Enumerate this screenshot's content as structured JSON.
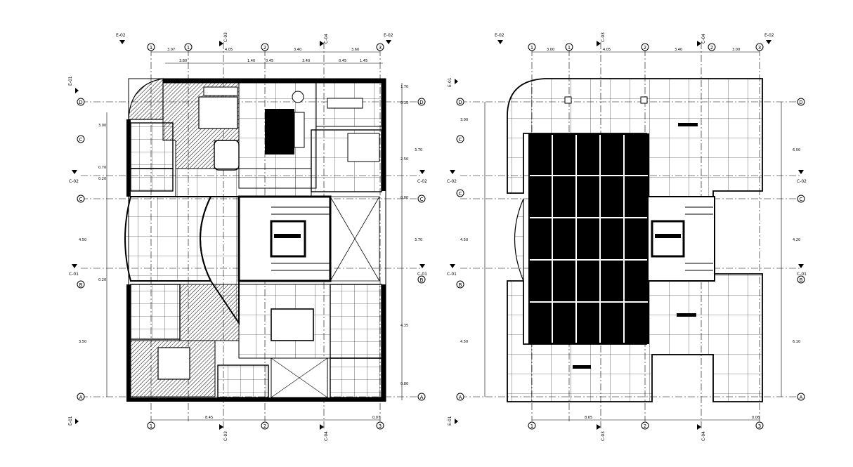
{
  "section_marks": {
    "e02": "E-02",
    "e01": "E-01",
    "c01": "C-01",
    "c02": "C-02",
    "c03": "C-03",
    "c04": "C-04"
  },
  "axes": {
    "columns": [
      "1",
      "1",
      "2",
      "2",
      "3"
    ],
    "rows": [
      "D",
      "C",
      "B",
      "A"
    ]
  },
  "left_plan": {
    "top_dims": [
      "3.80",
      "1.40",
      "0.45",
      "3.40",
      "0.45",
      "1.45"
    ],
    "col_dims": [
      "3.07",
      "4.05",
      "3.40",
      "3.60"
    ],
    "right_dims": [
      "1.70",
      "0.35",
      "3.70",
      "2.50",
      "0.80",
      "3.70",
      "4.35",
      "0.80"
    ],
    "left_dims": [
      "3.00",
      "0.70",
      "0.20",
      "4.50",
      "0.20",
      "3.50"
    ],
    "bottom_dims": [
      "8.45",
      "0.07"
    ]
  },
  "right_plan": {
    "top_dims": [
      "3.00",
      "4.05",
      "3.40",
      "3.00"
    ],
    "right_dims": [
      "6.00",
      "4.20",
      "6.10"
    ],
    "left_dims": [
      "3.00",
      "4.50",
      "4.50"
    ],
    "bottom_dims": [
      "8.65",
      "0.06"
    ]
  }
}
